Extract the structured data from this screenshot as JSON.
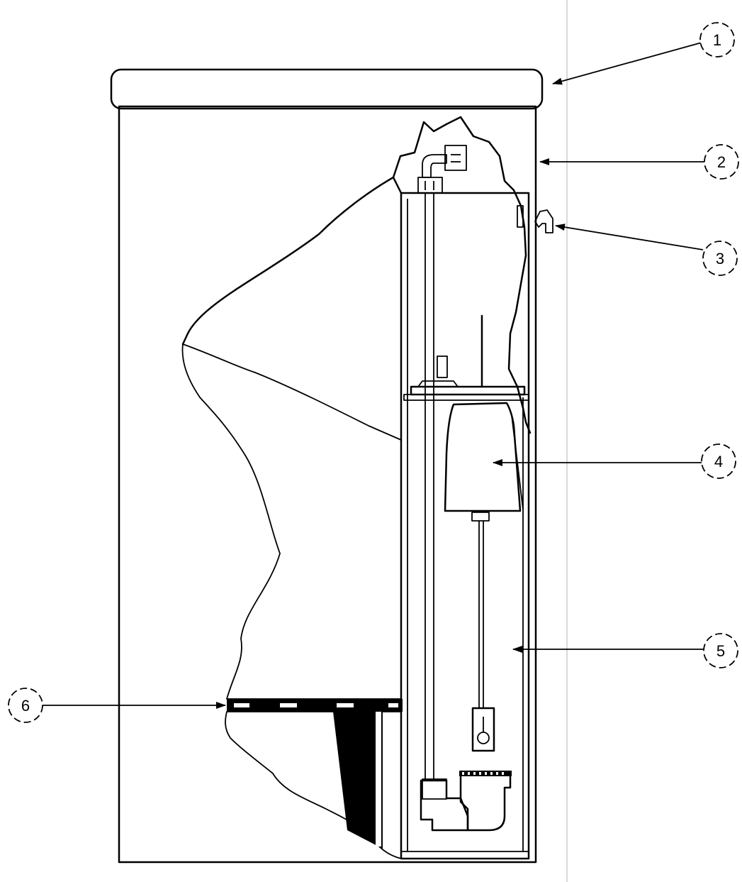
{
  "callouts": [
    {
      "id": "1",
      "label": "1"
    },
    {
      "id": "2",
      "label": "2"
    },
    {
      "id": "3",
      "label": "3"
    },
    {
      "id": "4",
      "label": "4"
    },
    {
      "id": "5",
      "label": "5"
    },
    {
      "id": "6",
      "label": "6"
    }
  ],
  "colors": {
    "line": "#000000",
    "background": "#ffffff",
    "divider": "#cccccc"
  }
}
